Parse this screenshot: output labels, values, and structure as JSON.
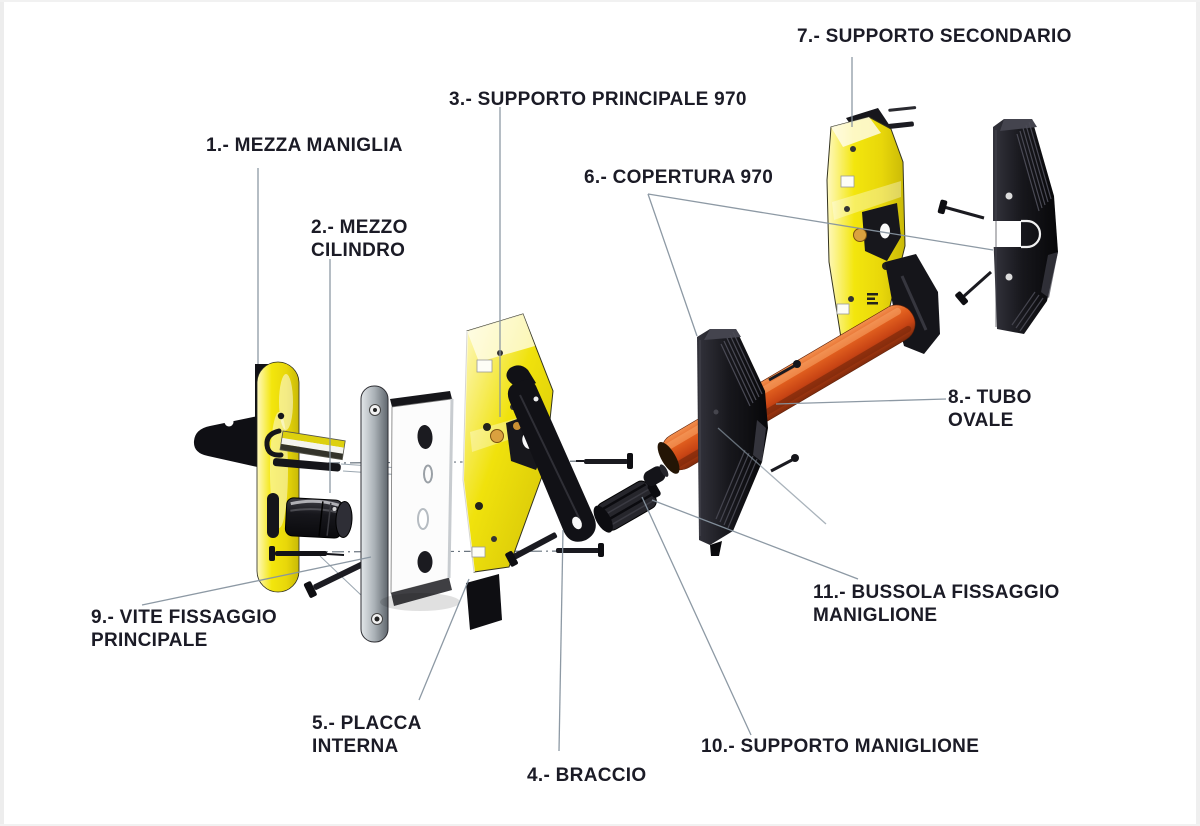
{
  "labels": [
    {
      "num": "1",
      "lines": [
        "1.- MEZZA MANIGLIA"
      ]
    },
    {
      "num": "2",
      "lines": [
        "2.- MEZZO",
        "CILINDRO"
      ]
    },
    {
      "num": "3",
      "lines": [
        "3.- SUPPORTO PRINCIPALE 970"
      ]
    },
    {
      "num": "4",
      "lines": [
        "4.- BRACCIO"
      ]
    },
    {
      "num": "5",
      "lines": [
        "5.- PLACCA",
        "INTERNA"
      ]
    },
    {
      "num": "6",
      "lines": [
        "6.- COPERTURA 970"
      ]
    },
    {
      "num": "7",
      "lines": [
        "7.- SUPPORTO SECONDARIO"
      ]
    },
    {
      "num": "8",
      "lines": [
        "8.- TUBO",
        "OVALE"
      ]
    },
    {
      "num": "9",
      "lines": [
        "9.- VITE FISSAGGIO",
        "PRINCIPALE"
      ]
    },
    {
      "num": "10",
      "lines": [
        "10.- SUPPORTO MANIGLIONE"
      ]
    },
    {
      "num": "11",
      "lines": [
        "11.- BUSSOLA FISSAGGIO",
        "MANIGLIONE"
      ]
    }
  ],
  "colors": {
    "label_text": "#1b1b26",
    "part_yellow": "#f0e10c",
    "tube_orange": "#d65118",
    "part_black": "#141418",
    "metal_gray": "#aab1b6",
    "leader_line": "#8794a0",
    "accent_orange_dot": "#daa13f"
  }
}
